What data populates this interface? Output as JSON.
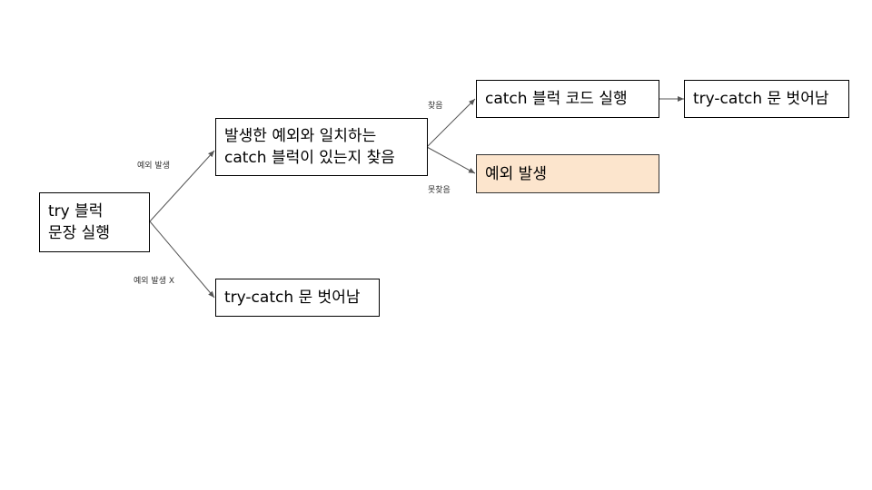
{
  "nodes": {
    "try_block": "try 블럭\n문장 실행",
    "match_check": "발생한 예외와 일치하는\ncatch 블럭이 있는지 찾음",
    "catch_exec": "catch 블럭 코드 실행",
    "exit_after_catch": "try-catch 문 벗어남",
    "exception_thrown": "예외 발생",
    "exit_no_exception": "try-catch 문 벗어남"
  },
  "edges": {
    "exception_occurs": "예외 발생",
    "found": "찾음",
    "not_found": "못찾음",
    "no_exception": "예외 발생 X"
  },
  "colors": {
    "highlight_fill": "#fce5cd",
    "line": "#555555"
  }
}
